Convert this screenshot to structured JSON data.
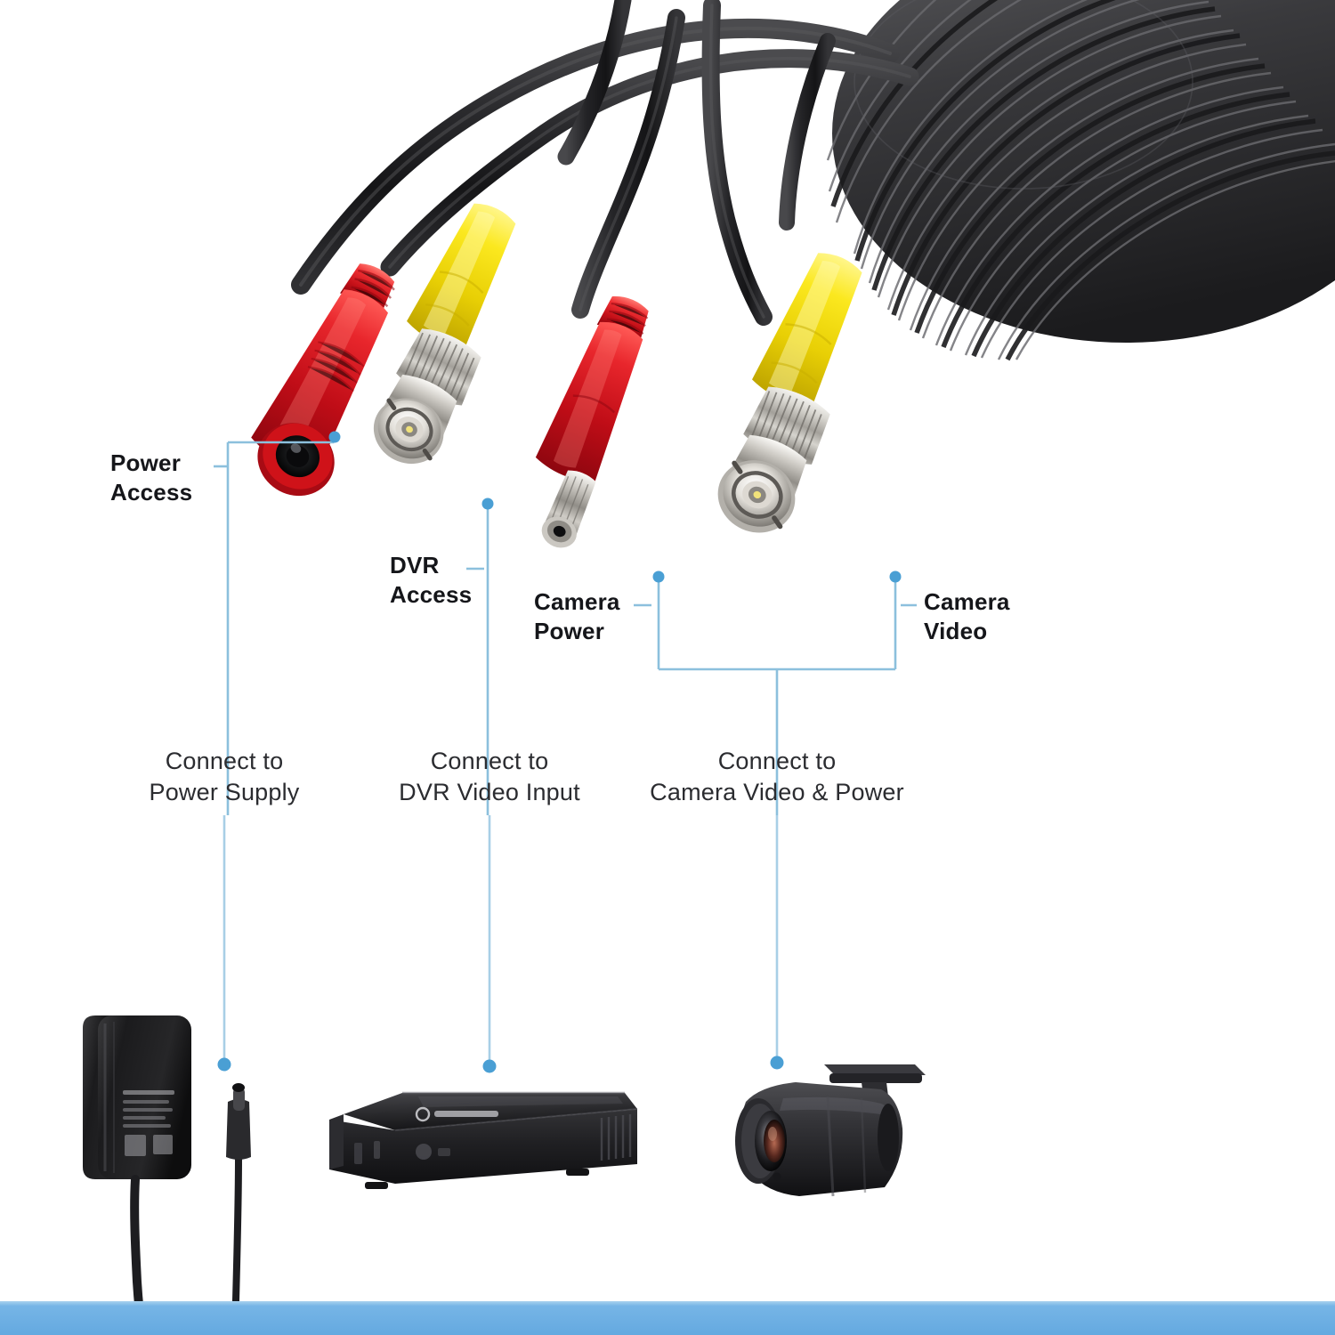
{
  "figure": {
    "type": "product-diagram",
    "subject": "Pre-made BNC video power cable for CCTV security camera",
    "background_color": "#ffffff"
  },
  "callouts": [
    {
      "id": "power-access",
      "label": "Power\nAccess",
      "target": "red-female-dc-jack"
    },
    {
      "id": "dvr-access",
      "label": "DVR\nAccess",
      "target": "yellow-bnc-male-dvr-end"
    },
    {
      "id": "camera-power",
      "label": "Camera\nPower",
      "target": "red-male-dc-plug"
    },
    {
      "id": "camera-video",
      "label": "Camera\nVideo",
      "target": "yellow-bnc-male-camera-end"
    }
  ],
  "connections": [
    {
      "id": "connect-power-supply",
      "label": "Connect to\nPower Supply",
      "device": "power-adapter"
    },
    {
      "id": "connect-dvr-video-input",
      "label": "Connect to\nDVR Video Input",
      "device": "dvr-recorder"
    },
    {
      "id": "connect-camera-video-power",
      "label": "Connect to\nCamera Video & Power",
      "device": "bullet-camera"
    }
  ],
  "devices": [
    {
      "id": "power-adapter",
      "name": "power-adapter-icon"
    },
    {
      "id": "dvr-recorder",
      "name": "dvr-recorder-icon"
    },
    {
      "id": "bullet-camera",
      "name": "bullet-camera-icon"
    }
  ],
  "colors": {
    "leader_line": "#8cc0dd",
    "leader_dot": "#4a9fd4",
    "footer_bar": "#6cb0e4",
    "connector_red": "#d5232c",
    "connector_yellow": "#f4e11c",
    "cable_black": "#1e1e20",
    "metal": "#c9c7c2",
    "text_dark": "#15161a"
  },
  "footer": {
    "present": true
  }
}
